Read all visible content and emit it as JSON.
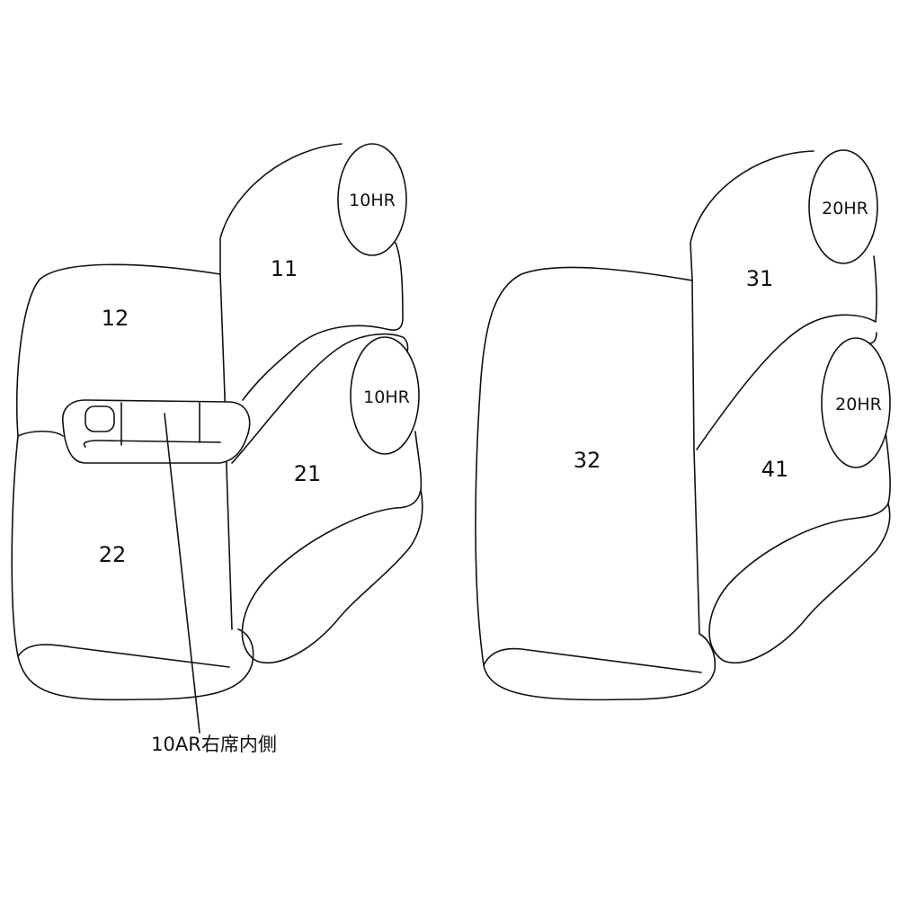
{
  "diagram": {
    "left_group": {
      "parts": {
        "p11": "11",
        "p12": "12",
        "p21": "21",
        "p22": "22",
        "headrest_upper": "10HR",
        "headrest_lower": "10HR"
      },
      "callout": "10AR右席内側"
    },
    "right_group": {
      "parts": {
        "p31": "31",
        "p32": "32",
        "p41": "41",
        "headrest_upper": "20HR",
        "headrest_lower": "20HR"
      }
    }
  }
}
